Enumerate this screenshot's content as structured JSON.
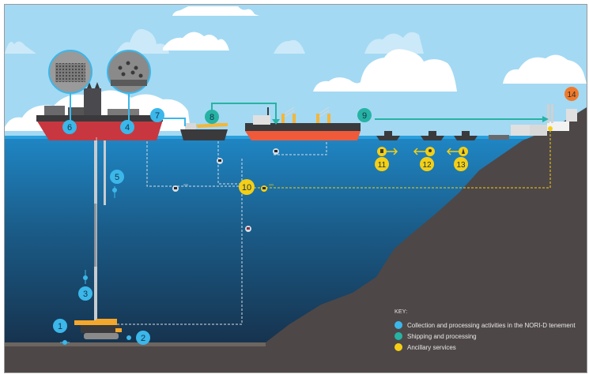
{
  "title": "Offshore nodule collection and processing flow diagram",
  "colors": {
    "sky": "#a3d9f3",
    "cloud": "#ffffff",
    "cloud_light": "#cbe9f8",
    "sea_top": "#1f86c4",
    "sea_bottom": "#17324a",
    "seabed": "#4e4747",
    "collection": "#3bb7ea",
    "shipping": "#26b3a4",
    "ancillary": "#f4cf16",
    "facility": "#f07a2b",
    "hull_red": "#c8373f",
    "hull_orange": "#ef5a3b",
    "hull_dark": "#3a3a3d"
  },
  "markers": [
    {
      "id": "1",
      "category": "collection"
    },
    {
      "id": "2",
      "category": "collection"
    },
    {
      "id": "3",
      "category": "collection"
    },
    {
      "id": "4",
      "category": "collection"
    },
    {
      "id": "5",
      "category": "collection"
    },
    {
      "id": "6",
      "category": "collection"
    },
    {
      "id": "7",
      "category": "collection"
    },
    {
      "id": "8",
      "category": "shipping"
    },
    {
      "id": "9",
      "category": "shipping"
    },
    {
      "id": "10",
      "category": "ancillary"
    },
    {
      "id": "11",
      "category": "ancillary"
    },
    {
      "id": "12",
      "category": "ancillary"
    },
    {
      "id": "13",
      "category": "ancillary"
    },
    {
      "id": "14",
      "category": "facility"
    }
  ],
  "key": {
    "title": "KEY:",
    "items": [
      {
        "label": "Collection and processing activities in the NORI-D tenement",
        "category": "collection"
      },
      {
        "label": "Shipping and processing",
        "category": "shipping"
      },
      {
        "label": "Ancillary services",
        "category": "ancillary"
      }
    ]
  },
  "flow_symbols": {
    "chevrons": "›››"
  }
}
